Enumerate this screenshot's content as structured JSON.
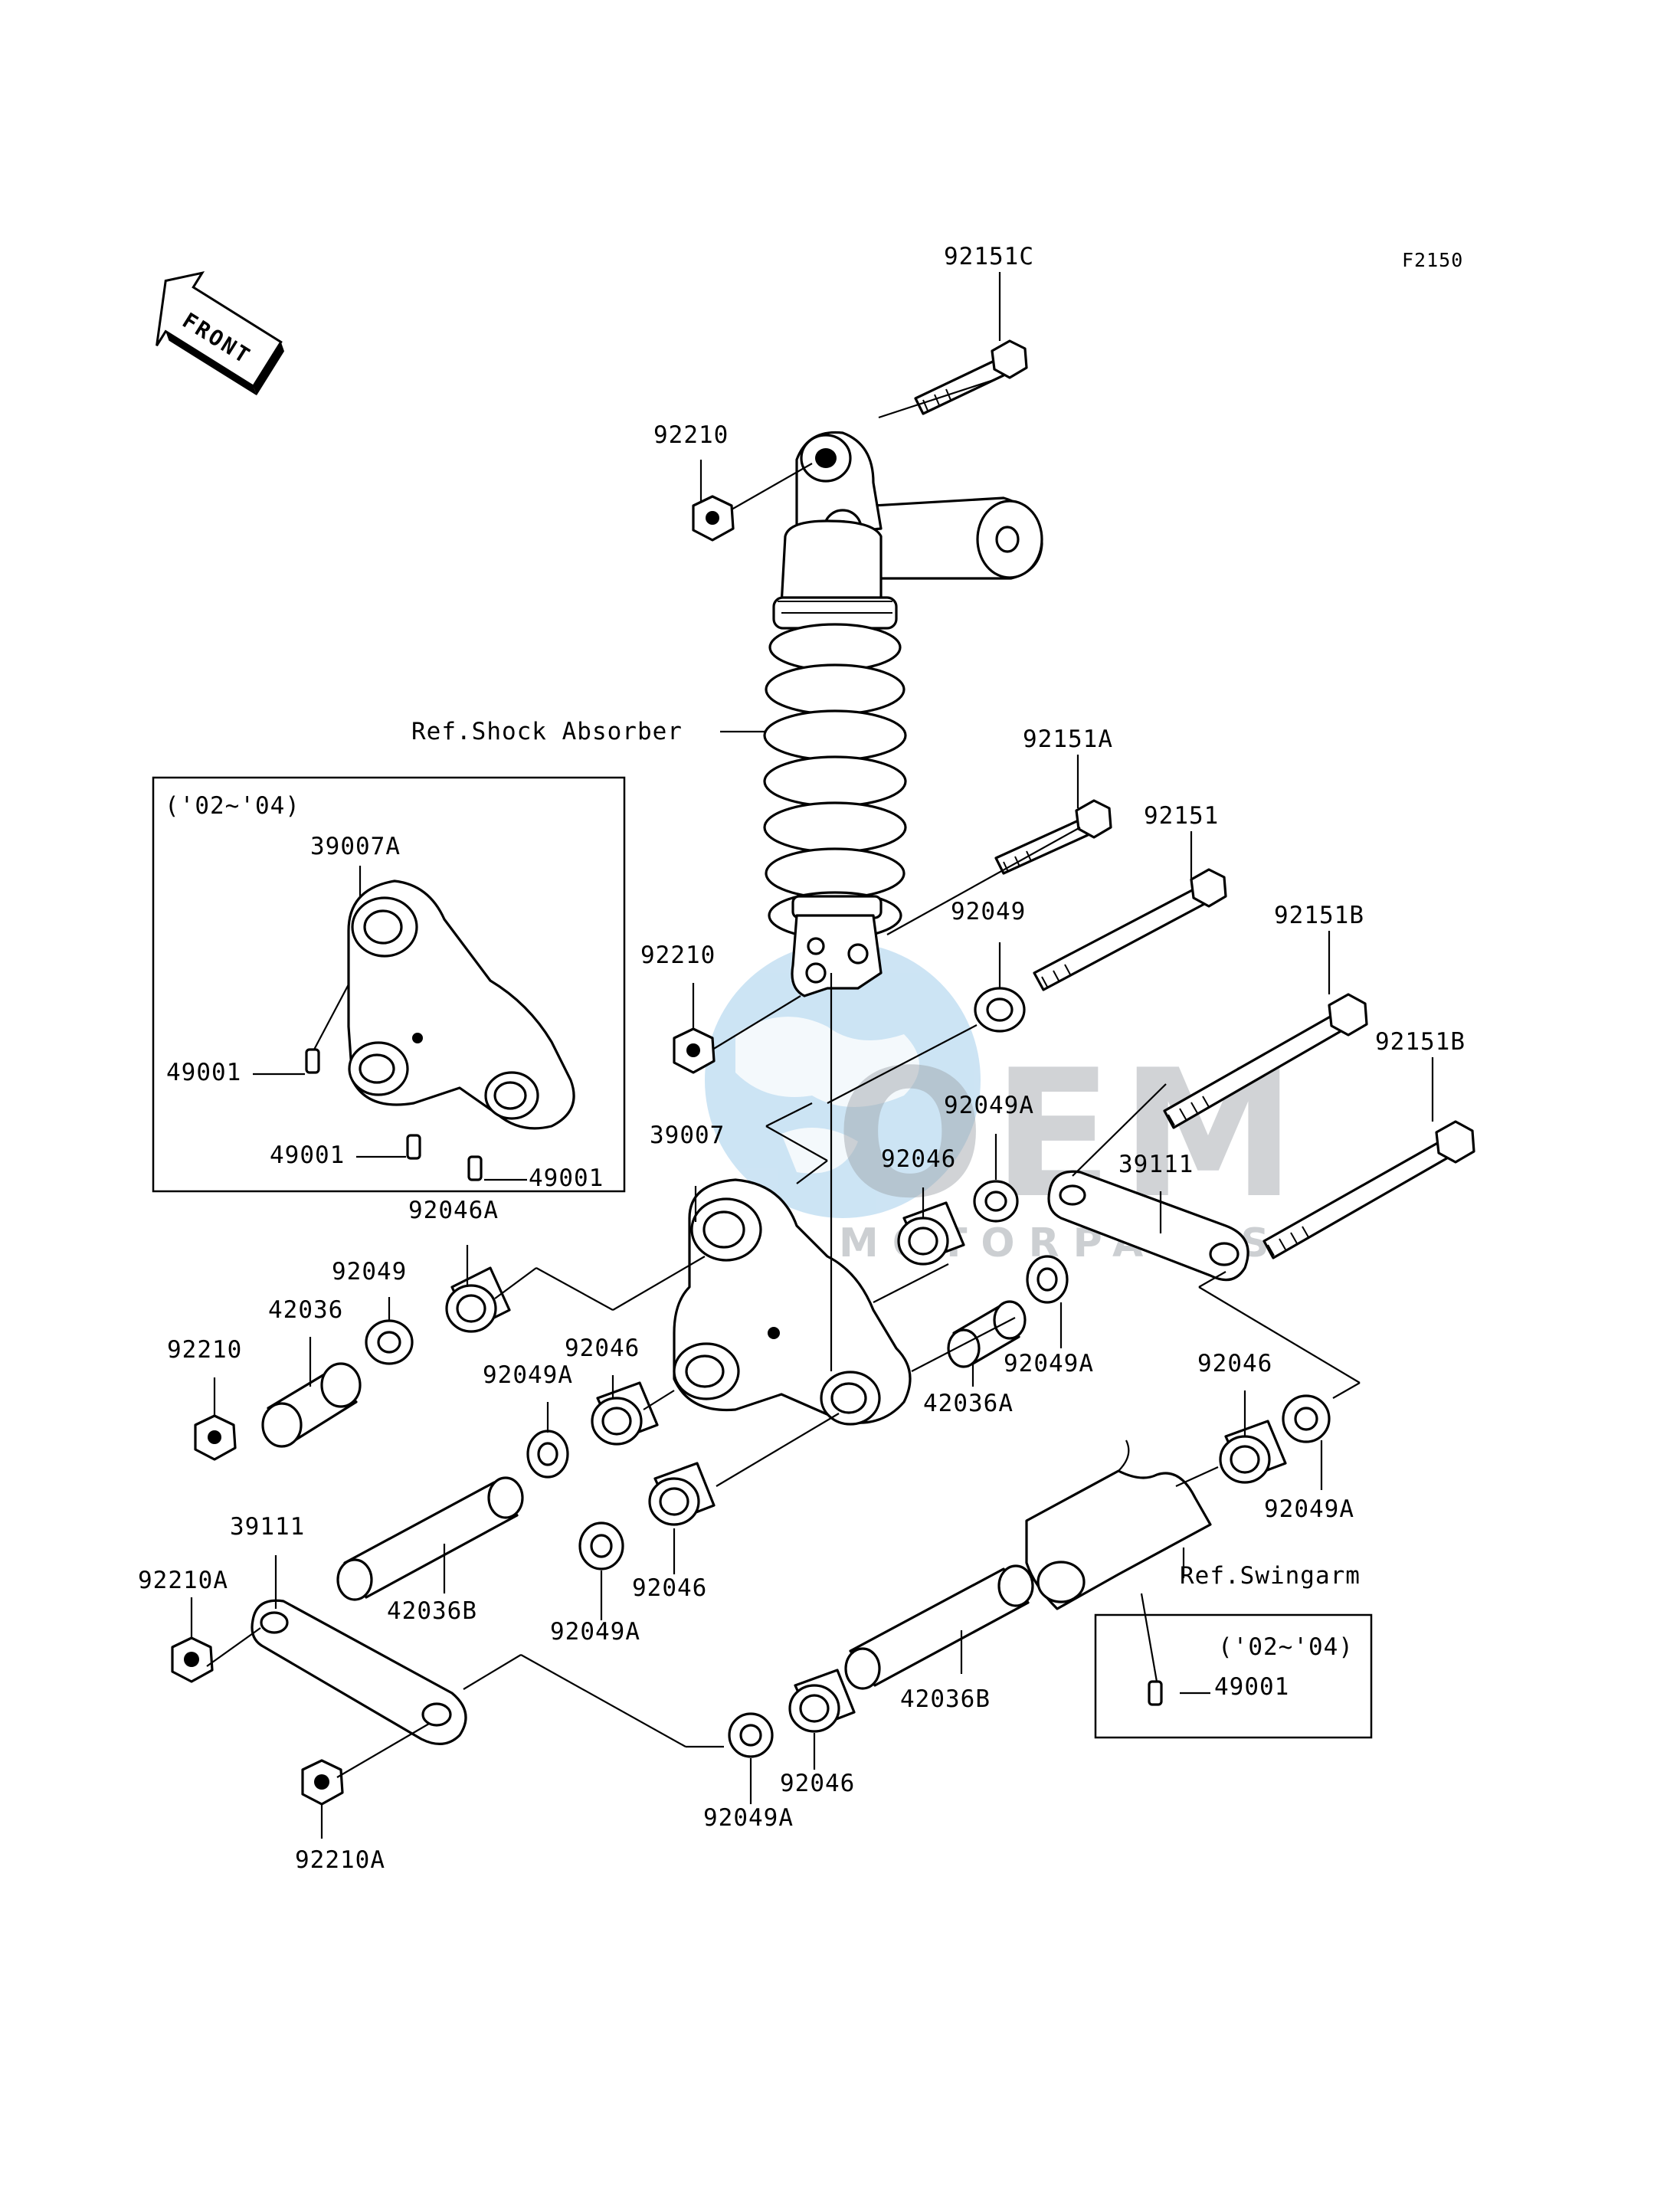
{
  "diagram": {
    "figure_code": "F2150",
    "front_label": "FRONT",
    "inset_label_top": "('02~'04)",
    "inset_label_bottom": "('02~'04)",
    "ref_shock_absorber": "Ref.Shock Absorber",
    "ref_swingarm": "Ref.Swingarm",
    "watermark_main": "OEM",
    "watermark_sub": "MOTORPARTS",
    "parts": {
      "p92151C": "92151C",
      "p92210_top": "92210",
      "p92151A": "92151A",
      "p92151": "92151",
      "p92151B_1": "92151B",
      "p92151B_2": "92151B",
      "p92049_upper": "92049",
      "p92210_mid": "92210",
      "p92049A_upper": "92049A",
      "p39007": "39007",
      "p92046_upper": "92046",
      "p39111_right": "39111",
      "p92046A": "92046A",
      "p92049_left": "92049",
      "p42036": "42036",
      "p92210_left": "92210",
      "p92046_mid": "92046",
      "p92049A_mid": "92049A",
      "p42036A": "42036A",
      "p92049A_right1": "92049A",
      "p92046_right": "92046",
      "p92049A_right2": "92049A",
      "p39111_left": "39111",
      "p92210A_upper": "92210A",
      "p42036B_left": "42036B",
      "p92046_lower": "92046",
      "p92049A_lower": "92049A",
      "p42036B_right": "42036B",
      "p92046_bottom": "92046",
      "p92049A_bottom": "92049A",
      "p92210A_lower": "92210A",
      "p39007A": "39007A",
      "p49001_a": "49001",
      "p49001_b": "49001",
      "p49001_c": "49001",
      "p49001_d": "49001"
    }
  }
}
